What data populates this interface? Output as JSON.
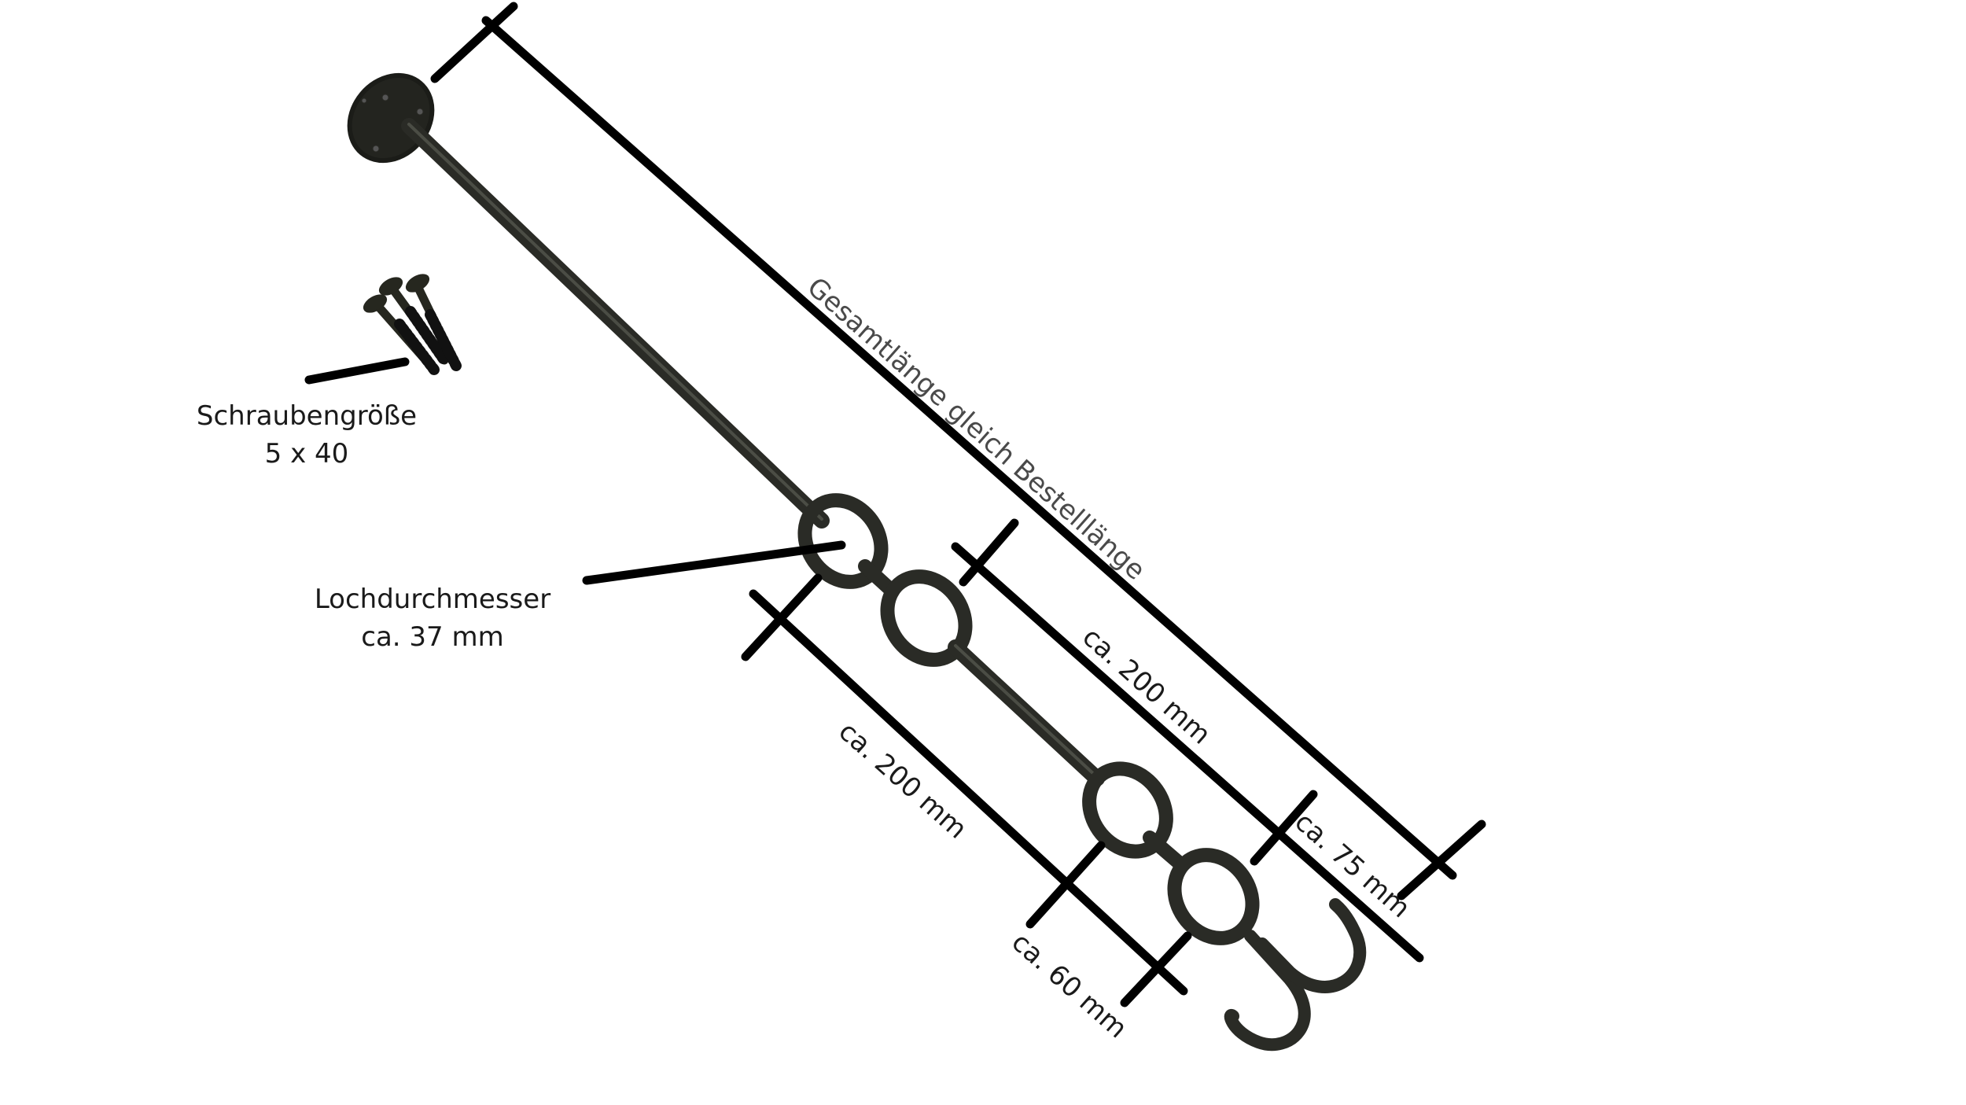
{
  "annotations": {
    "screw_size": {
      "title": "Schraubengröße",
      "value": "5 x 40"
    },
    "hole_diameter": {
      "title": "Lochdurchmesser",
      "value": "ca. 37 mm"
    },
    "total_length": "Gesamtlänge gleich Bestelllänge",
    "spacing_upper": "ca. 200 mm",
    "spacing_lower": "ca. 200 mm",
    "hook_offset": "ca. 75 mm",
    "hook_spacing": "ca. 60 mm"
  },
  "colors": {
    "background": "#ffffff",
    "dimension_lines": "#000000",
    "iron": "#2a2b26",
    "label_text": "#1a1a1a",
    "long_label_text": "#4a4a4a"
  }
}
